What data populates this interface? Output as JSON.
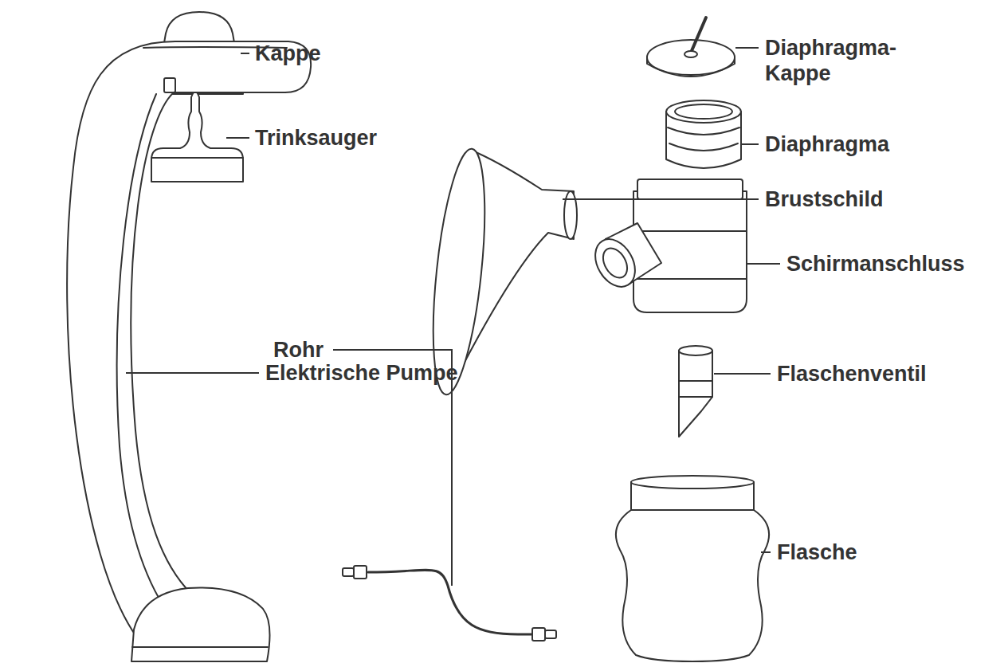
{
  "diagram": {
    "labels": [
      "Kappe",
      "Trinksauger",
      "Elektrische Pumpe",
      "Rohr",
      "Diaphragma-Kappe",
      "Diaphragma",
      "Brustschild",
      "Schirmanschluss",
      "Flaschenventil",
      "Flasche"
    ]
  }
}
